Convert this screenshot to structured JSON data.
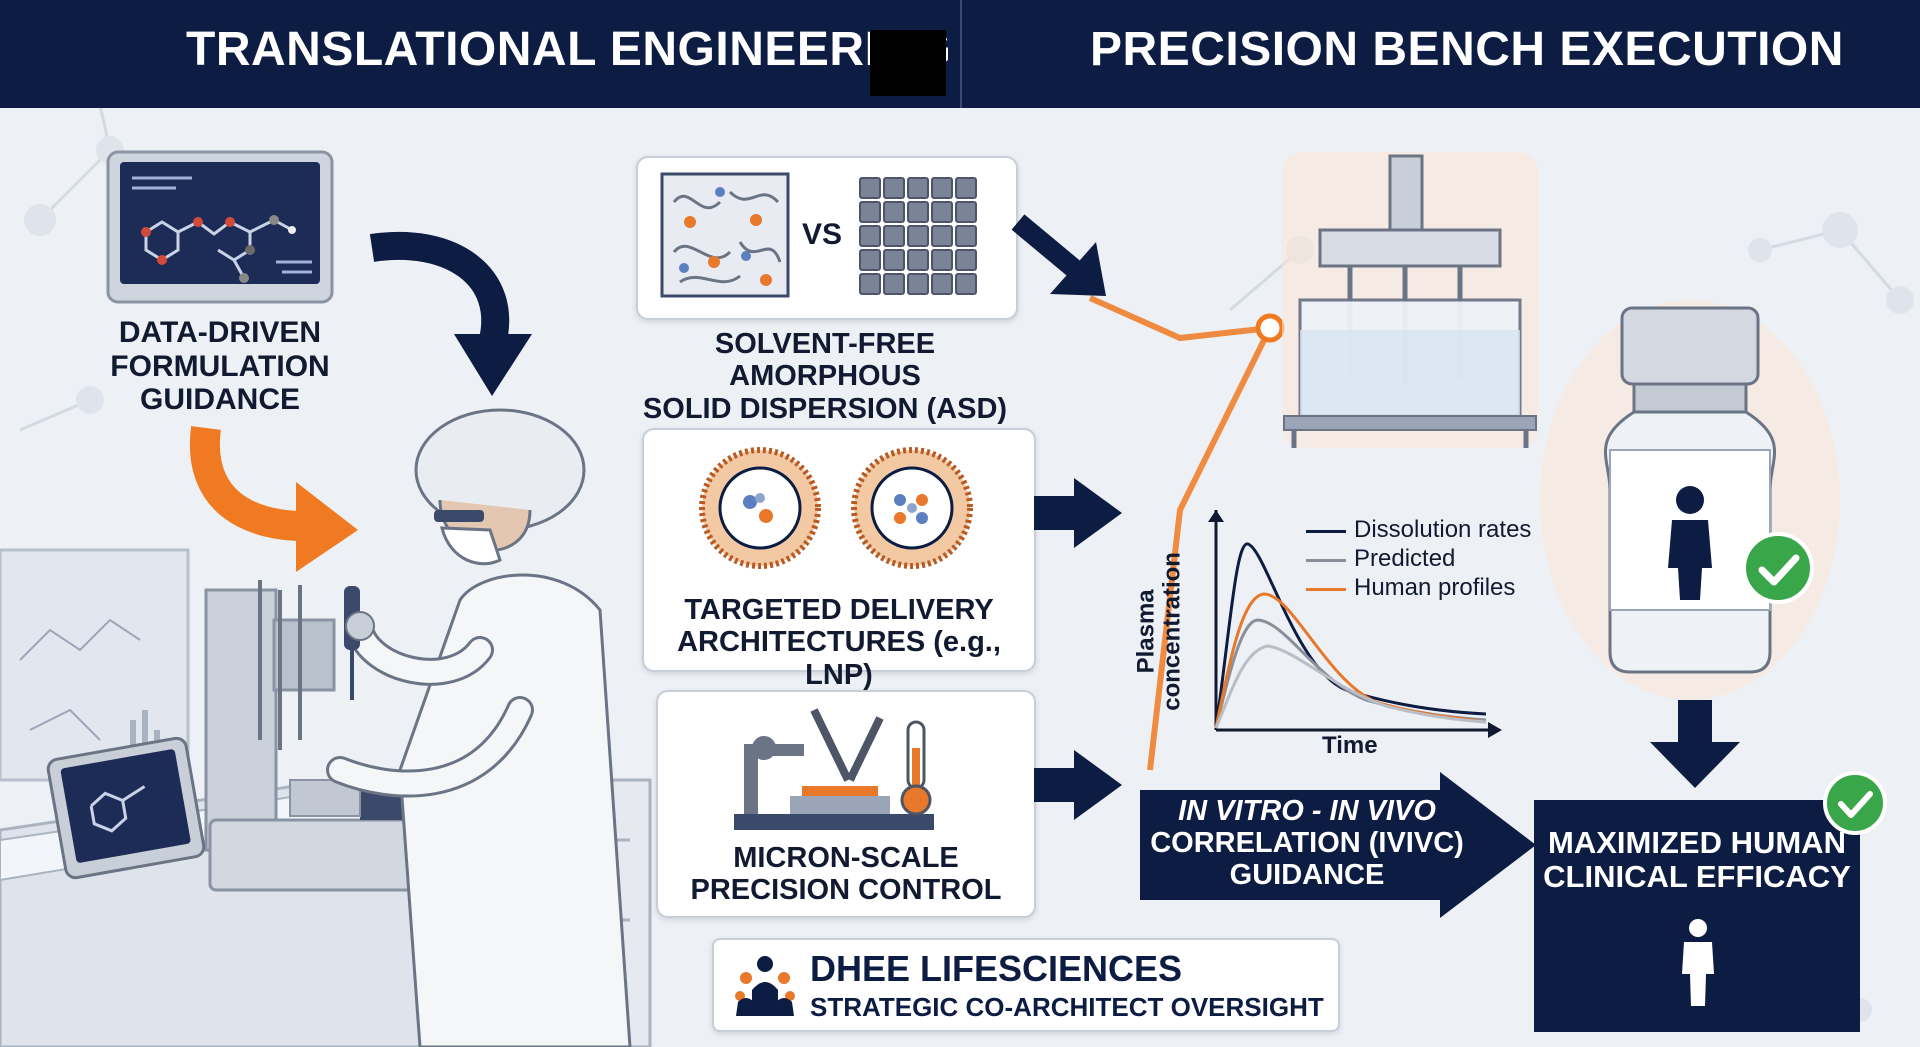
{
  "header": {
    "left_title": "TRANSLATIONAL ENGINEERING",
    "right_title": "PRECISION BENCH EXECUTION"
  },
  "left": {
    "guidance_label": [
      "DATA-DRIVEN",
      "FORMULATION",
      "GUIDANCE"
    ]
  },
  "cards": {
    "asd": {
      "vs": "VS",
      "label": [
        "SOLVENT-FREE AMORPHOUS",
        "SOLID DISPERSION (ASD)"
      ]
    },
    "lnp": {
      "label": [
        "TARGETED DELIVERY",
        "ARCHITECTURES (e.g., LNP)"
      ]
    },
    "micron": {
      "label": [
        "MICRON-SCALE",
        "PRECISION CONTROL"
      ]
    }
  },
  "graph": {
    "ylabel": "Plasma concentration",
    "xlabel": "Time",
    "legend": [
      {
        "name": "Dissolution rates",
        "color": "#0d1c42"
      },
      {
        "name": "Predicted",
        "color": "#8a8f99"
      },
      {
        "name": "Human profiles",
        "color": "#e8782a"
      }
    ]
  },
  "ivivc": {
    "line1": "IN VITRO - IN VIVO",
    "line2": "CORRELATION (IVIVC)",
    "line3": "GUIDANCE"
  },
  "outcome": {
    "line1": "MAXIMIZED HUMAN",
    "line2": "CLINICAL EFFICACY"
  },
  "brand": {
    "name": "DHEE LIFESCIENCES",
    "tagline": "STRATEGIC CO-ARCHITECT OVERSIGHT"
  },
  "colors": {
    "navy": "#0d1c42",
    "orange": "#f07a22",
    "green": "#3aa64a"
  }
}
